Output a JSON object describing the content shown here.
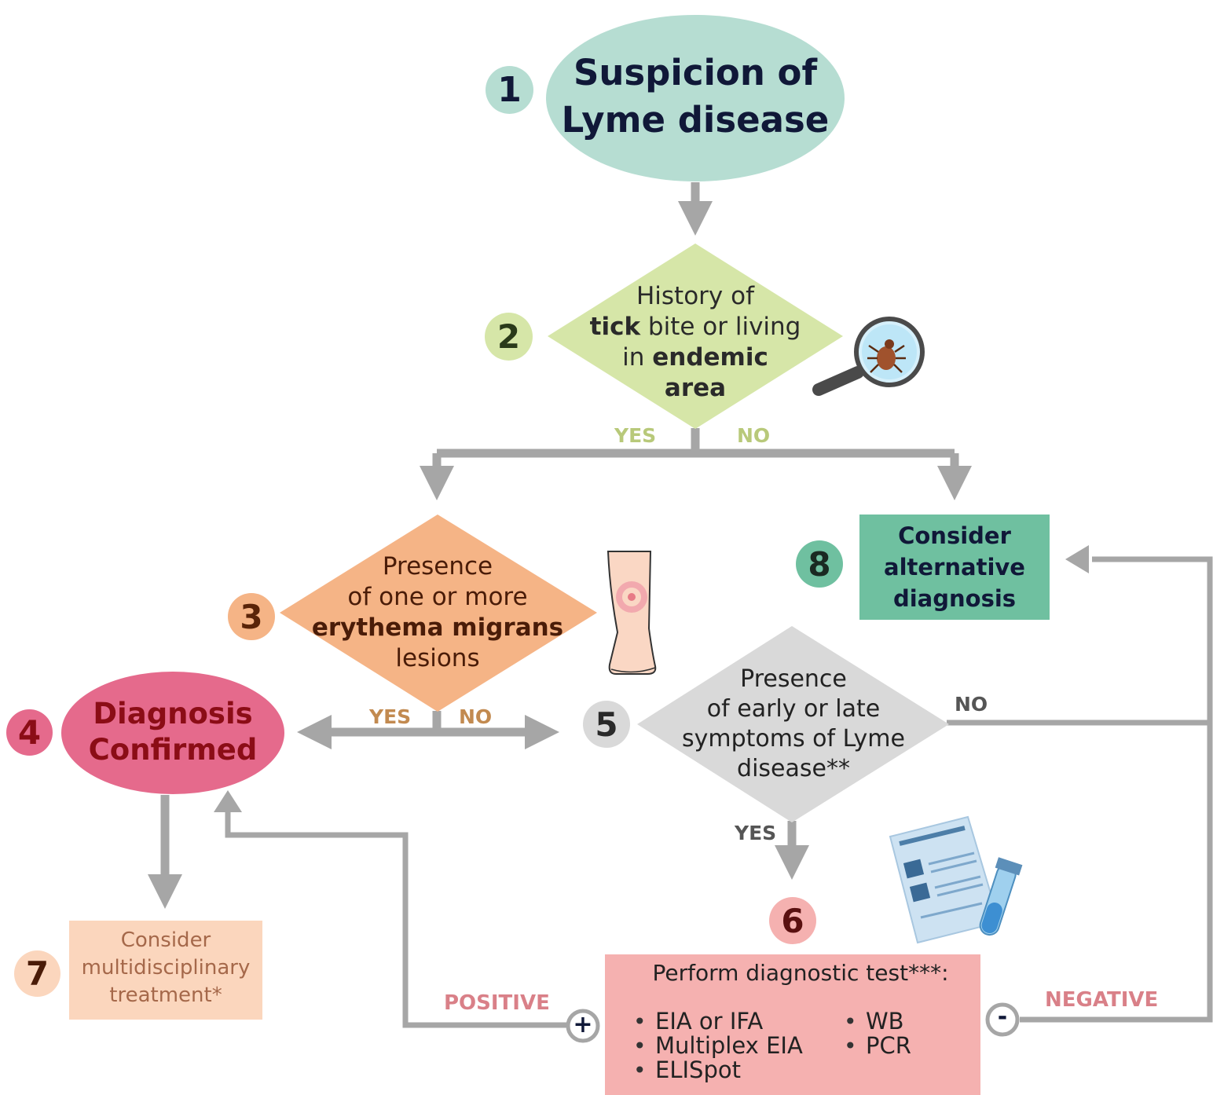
{
  "nodes": {
    "n1": {
      "badge": "1",
      "line1": "Suspicion of",
      "line2": "Lyme disease"
    },
    "n2": {
      "badge": "2",
      "l1": "History of",
      "l2_bold": "tick",
      "l2_rest": " bite or living",
      "l3_pre": "in ",
      "l3_bold": "endemic",
      "l4": "area"
    },
    "n3": {
      "badge": "3",
      "l1": "Presence",
      "l2": "of one or more",
      "l3": "erythema migrans",
      "l4": "lesions"
    },
    "n4": {
      "badge": "4",
      "l1": "Diagnosis",
      "l2": "Confirmed"
    },
    "n5": {
      "badge": "5",
      "l1": "Presence",
      "l2": "of early or late",
      "l3": "symptoms of Lyme",
      "l4": "disease**"
    },
    "n6": {
      "badge": "6",
      "title": "Perform diagnostic test***:",
      "tests_left": [
        "EIA or IFA",
        "Multiplex EIA",
        "ELISpot"
      ],
      "tests_right": [
        "WB",
        "PCR"
      ]
    },
    "n7": {
      "badge": "7",
      "l1": "Consider",
      "l2": "multidisciplinary",
      "l3": "treatment*"
    },
    "n8": {
      "badge": "8",
      "l1": "Consider",
      "l2": "alternative",
      "l3": "diagnosis"
    }
  },
  "labels": {
    "n2_yes": "YES",
    "n2_no": "NO",
    "n3_yes": "YES",
    "n3_no": "NO",
    "n5_no": "NO",
    "n5_yes": "YES",
    "positive": "POSITIVE",
    "negative": "NEGATIVE",
    "plus_sign": "+",
    "minus_sign": "-"
  },
  "colors": {
    "n1": "#b6ddd2",
    "n2": "#d6e6a8",
    "n3": "#f5b486",
    "n4": "#e56a8c",
    "n5": "#d9d9d9",
    "n6": "#f5b1b0",
    "n7": "#fbd6bd",
    "n8": "#6fc0a0",
    "arrow": "#a6a6a6",
    "dark_navy": "#101838",
    "dark_red": "#8b0d16"
  },
  "icons": [
    "magnifier-tick-icon",
    "leg-erythema-icon",
    "lab-report-tube-icon"
  ]
}
